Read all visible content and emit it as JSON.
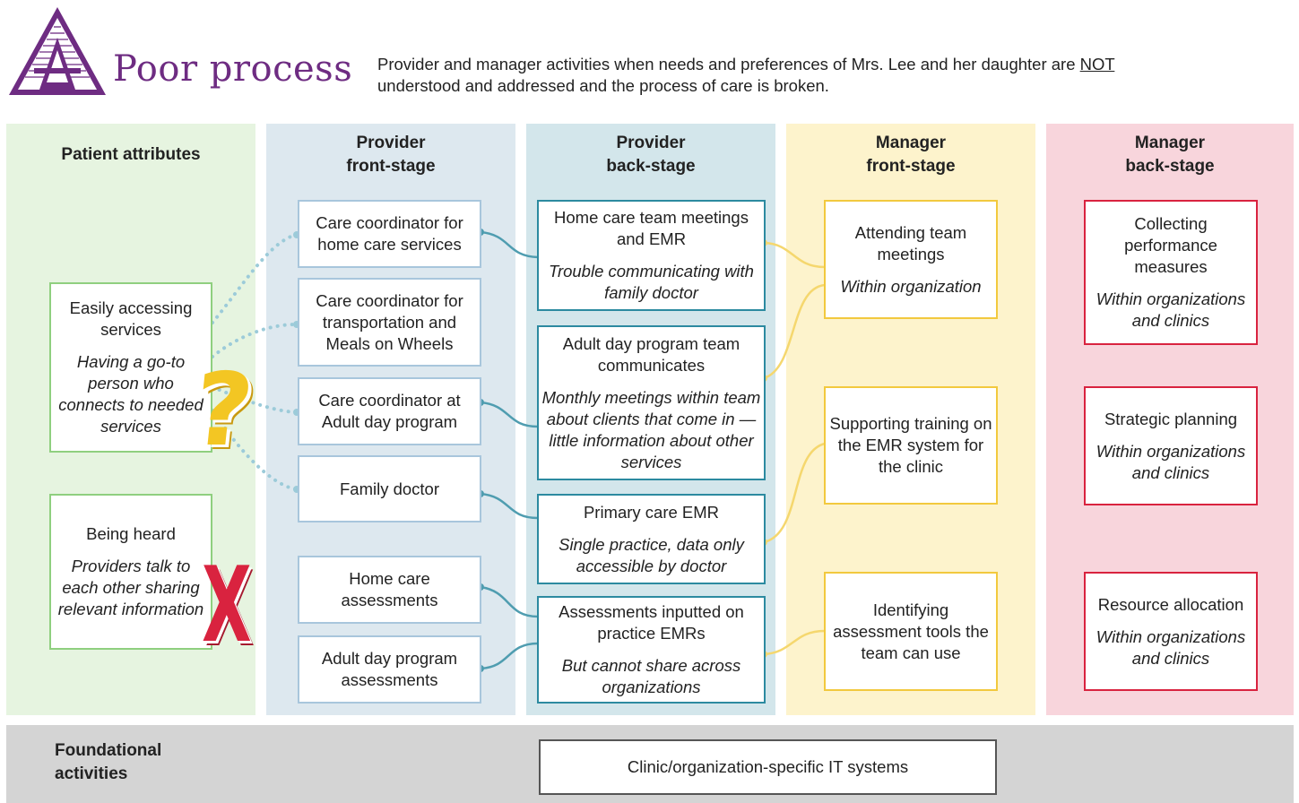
{
  "header": {
    "letter": "A",
    "title": "Poor process",
    "description_pre": "Provider and manager activities when needs and preferences of Mrs. Lee and her daughter are ",
    "description_emph": "NOT",
    "description_post": " understood and addressed and the process of care is broken."
  },
  "columns": {
    "patient": {
      "title": "Patient attributes"
    },
    "provider_front": {
      "title_1": "Provider",
      "title_2": "front-stage"
    },
    "provider_back": {
      "title_1": "Provider",
      "title_2": "back-stage"
    },
    "manager_front": {
      "title_1": "Manager",
      "title_2": "front-stage"
    },
    "manager_back": {
      "title_1": "Manager",
      "title_2": "back-stage"
    }
  },
  "patient_attributes": [
    {
      "label": "Easily accessing services",
      "detail": "Having a go-to person who connects to needed services",
      "marker": "?"
    },
    {
      "label": "Being heard",
      "detail": "Providers talk to each other sharing relevant information",
      "marker": "X"
    }
  ],
  "provider_front": [
    "Care coordinator for home care services",
    "Care coordinator for transportation and Meals on Wheels",
    "Care coordinator at Adult day program",
    "Family doctor",
    "Home care assessments",
    "Adult day program assessments"
  ],
  "provider_back": [
    {
      "label": "Home care team meetings and EMR",
      "detail": "Trouble communicating with family doctor"
    },
    {
      "label": "Adult day program team communicates",
      "detail": "Monthly meetings within team about clients that come in — little information about other services"
    },
    {
      "label": "Primary care EMR",
      "detail": "Single practice, data only accessible by doctor"
    },
    {
      "label": "Assessments inputted on practice EMRs",
      "detail": "But cannot share across organizations"
    }
  ],
  "manager_front": [
    {
      "label": "Attending team meetings",
      "detail": "Within organization"
    },
    {
      "label": "Supporting training on the EMR system for the clinic",
      "detail": ""
    },
    {
      "label": "Identifying assessment tools the team can use",
      "detail": ""
    }
  ],
  "manager_back": [
    {
      "label": "Collecting performance measures",
      "detail": "Within organizations and clinics"
    },
    {
      "label": "Strategic planning",
      "detail": "Within organizations and clinics"
    },
    {
      "label": "Resource allocation",
      "detail": "Within organizations and clinics"
    }
  ],
  "foundational": {
    "label": "Foundational activities",
    "item": "Clinic/organization-specific IT systems"
  },
  "colors": {
    "title_purple": "#6e2c82",
    "patient_bg": "#e6f4e0",
    "provider_front_bg": "#dde8ef",
    "provider_back_bg": "#d3e6eb",
    "manager_front_bg": "#fdf3cc",
    "manager_back_bg": "#f8d5dc",
    "foundation_bg": "#d4d4d4",
    "dotted_link": "#9ccbd9",
    "teal_link": "#4f9db0",
    "yellow_link": "#f5d76e",
    "question_mark": "#f3c623",
    "x_mark": "#d9233f"
  }
}
